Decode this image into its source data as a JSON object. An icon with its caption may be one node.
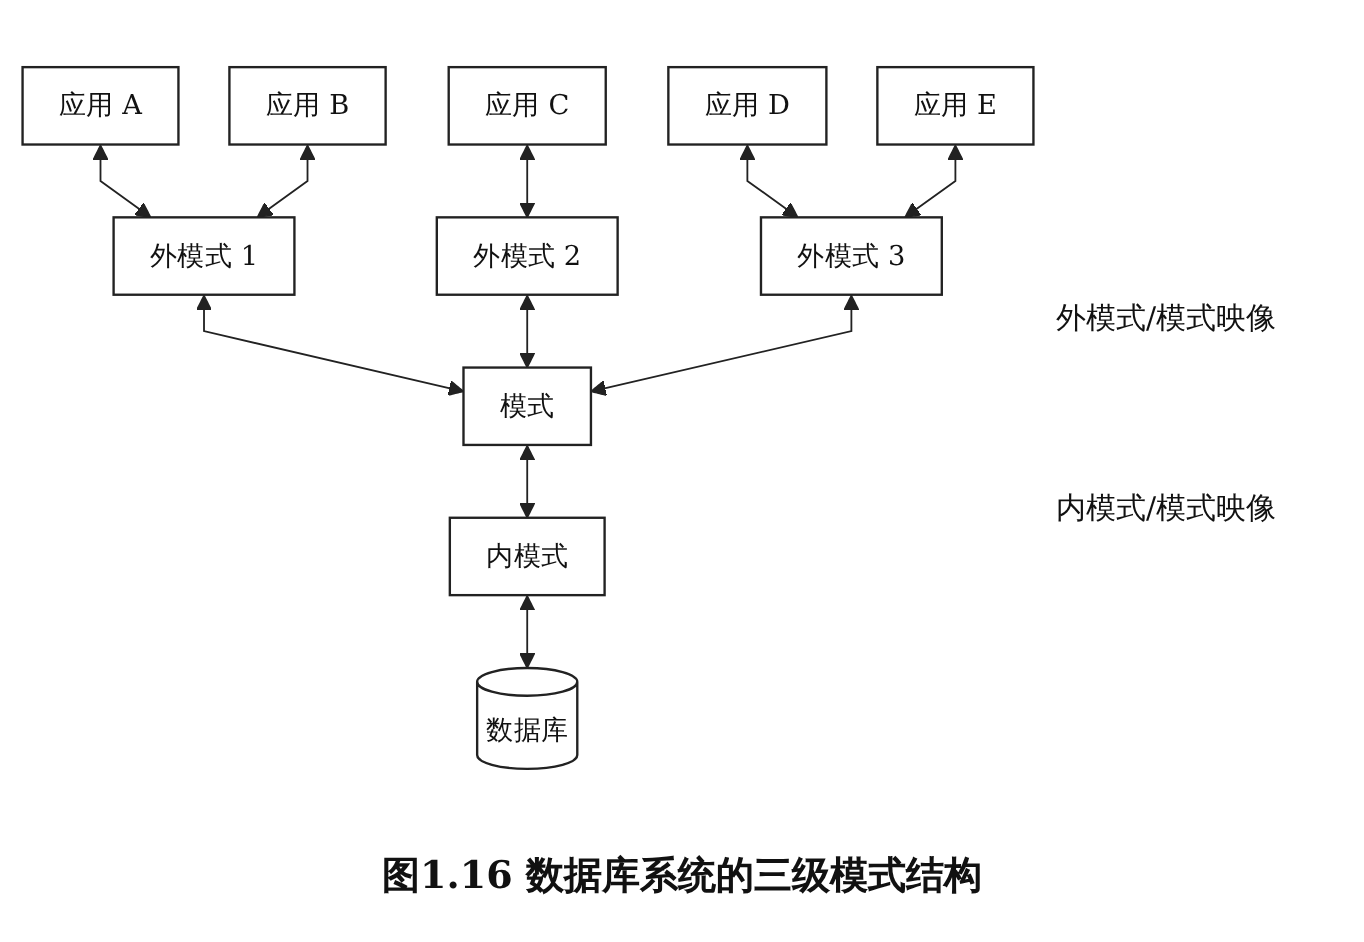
{
  "diagram": {
    "caption": "图1.16 数据库系统的三级模式结构",
    "nodes": [
      {
        "text": [
          "应用 A"
        ]
      },
      {
        "text": [
          "应用 B"
        ]
      },
      {
        "text": [
          "应用 C"
        ]
      },
      {
        "text": [
          "应用 D"
        ]
      },
      {
        "text": [
          "应用 E"
        ]
      },
      {
        "text": [
          "外模式 1"
        ]
      },
      {
        "text": [
          "外模式 2"
        ]
      },
      {
        "text": [
          "外模式 3"
        ]
      },
      {
        "text": [
          "模式"
        ]
      },
      {
        "text": [
          "内模式"
        ]
      },
      {
        "text": [
          "数据库"
        ]
      }
    ],
    "edges": [
      {
        "from": 0,
        "to": 5,
        "arrow": "both"
      },
      {
        "from": 1,
        "to": 5,
        "arrow": "both"
      },
      {
        "from": 2,
        "to": 6,
        "arrow": "both"
      },
      {
        "from": 3,
        "to": 7,
        "arrow": "both"
      },
      {
        "from": 4,
        "to": 7,
        "arrow": "both"
      },
      {
        "from": 5,
        "to": 8,
        "arrow": "both"
      },
      {
        "from": 6,
        "to": 8,
        "arrow": "both"
      },
      {
        "from": 7,
        "to": 8,
        "arrow": "both"
      },
      {
        "from": 8,
        "to": 9,
        "arrow": "both"
      },
      {
        "from": 9,
        "to": 10,
        "arrow": "both"
      }
    ],
    "labels": [
      "外模式/模式映像",
      "内模式/模式映像"
    ]
  }
}
